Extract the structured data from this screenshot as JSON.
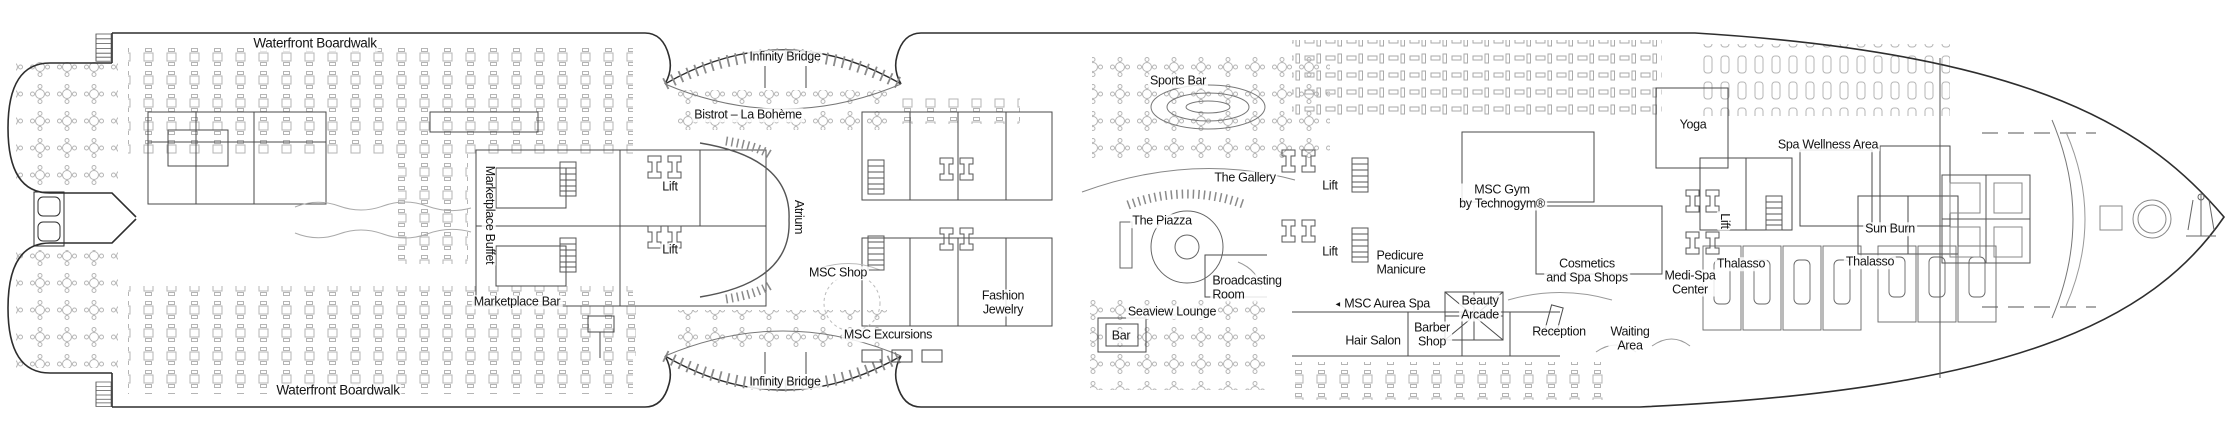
{
  "colors": {
    "hull_outline": "#2e2e2e",
    "interior_walls": "#4a4a4a",
    "furniture": "#b5b5b5",
    "text": "#141414",
    "background": "#ffffff"
  },
  "icons": {
    "aurea_arrow": "◄"
  },
  "labels": [
    {
      "id": "waterfront-boardwalk-top",
      "text": "Waterfront Boardwalk"
    },
    {
      "id": "infinity-bridge-top",
      "text": "Infinity Bridge"
    },
    {
      "id": "bistrot-la-boheme",
      "text": "Bistrot – La Bohème"
    },
    {
      "id": "marketplace-buffet",
      "text": "Marketplace Buffet"
    },
    {
      "id": "marketplace-bar",
      "text": "Marketplace Bar"
    },
    {
      "id": "waterfront-boardwalk-bottom",
      "text": "Waterfront Boardwalk"
    },
    {
      "id": "lift-1",
      "text": "Lift"
    },
    {
      "id": "lift-2",
      "text": "Lift"
    },
    {
      "id": "atrium",
      "text": "Atrium"
    },
    {
      "id": "msc-shop",
      "text": "MSC Shop"
    },
    {
      "id": "msc-excursions",
      "text": "MSC Excursions"
    },
    {
      "id": "fashion-jewelry",
      "text": "Fashion\nJewelry"
    },
    {
      "id": "infinity-bridge-bottom",
      "text": "Infinity Bridge"
    },
    {
      "id": "sports-bar",
      "text": "Sports Bar"
    },
    {
      "id": "the-gallery",
      "text": "The Gallery"
    },
    {
      "id": "lift-3",
      "text": "Lift"
    },
    {
      "id": "the-piazza",
      "text": "The Piazza"
    },
    {
      "id": "lift-4",
      "text": "Lift"
    },
    {
      "id": "broadcasting-room",
      "text": "Broadcasting\nRoom"
    },
    {
      "id": "seaview-lounge",
      "text": "Seaview Lounge"
    },
    {
      "id": "bar",
      "text": "Bar"
    },
    {
      "id": "msc-aurea-spa",
      "text": "MSC Aurea Spa"
    },
    {
      "id": "pedicure-manicure",
      "text": "Pedicure\nManicure"
    },
    {
      "id": "hair-salon",
      "text": "Hair Salon"
    },
    {
      "id": "barber-shop",
      "text": "Barber\nShop"
    },
    {
      "id": "beauty-arcade",
      "text": "Beauty\nArcade"
    },
    {
      "id": "msc-gym",
      "text": "MSC Gym\nby Technogym®"
    },
    {
      "id": "cosmetics-and-spa-shops",
      "text": "Cosmetics\nand Spa Shops"
    },
    {
      "id": "reception",
      "text": "Reception"
    },
    {
      "id": "waiting-area",
      "text": "Waiting\nArea"
    },
    {
      "id": "medi-spa-center",
      "text": "Medi-Spa\nCenter"
    },
    {
      "id": "yoga",
      "text": "Yoga"
    },
    {
      "id": "spa-wellness-area",
      "text": "Spa Wellness Area"
    },
    {
      "id": "lift-5",
      "text": "Lift"
    },
    {
      "id": "thalasso-port",
      "text": "Thalasso"
    },
    {
      "id": "sun-burn",
      "text": "Sun Burn"
    },
    {
      "id": "thalasso-starboard",
      "text": "Thalasso"
    }
  ]
}
